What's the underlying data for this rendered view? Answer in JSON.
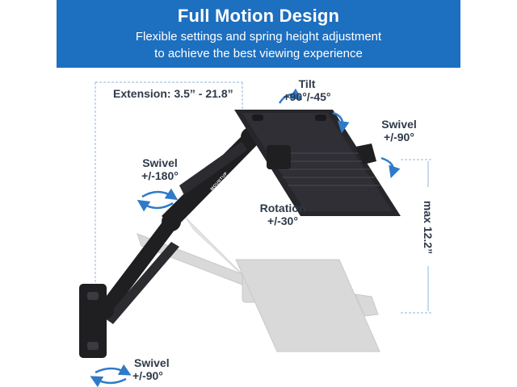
{
  "header": {
    "title": "Full Motion Design",
    "subtitle_line1": "Flexible settings and spring height adjustment",
    "subtitle_line2": "to achieve the best viewing experience"
  },
  "callouts": {
    "extension": "Extension: 3.5” - 21.8”",
    "tilt_title": "Tilt",
    "tilt_value": "+90°/-45°",
    "swivel_tray_title": "Swivel",
    "swivel_tray_value": "+/-90°",
    "swivel_arm_title": "Swivel",
    "swivel_arm_value": "+/-180°",
    "rotation_title": "Rotation",
    "rotation_value": "+/-30°",
    "height": "max 12.2”",
    "swivel_base_title": "Swivel",
    "swivel_base_value": "+/-90°"
  },
  "brand": {
    "logo_text": "MOUNTUP"
  },
  "colors": {
    "banner": "#1d6fbf",
    "arrow_blue": "#2f7ac8",
    "label_text": "#2f3a4a",
    "product_black": "#1f1f22",
    "ghost_gray": "#d9d9d9"
  },
  "icons": {
    "rotate_arrows": "rotate-arrows-icon",
    "dimension_lines": "dimension-line"
  }
}
